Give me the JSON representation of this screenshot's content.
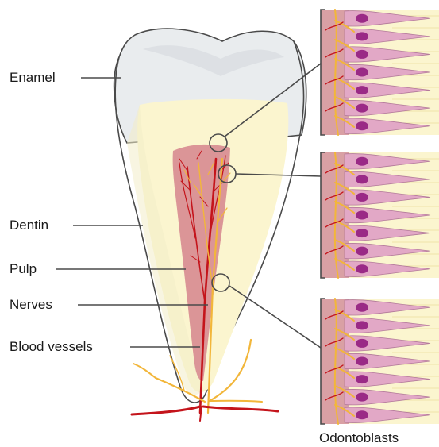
{
  "labels": {
    "enamel": "Enamel",
    "dentin": "Dentin",
    "pulp": "Pulp",
    "nerves": "Nerves",
    "blood_vessels": "Blood vessels",
    "odontoblasts": "Odontoblasts"
  },
  "colors": {
    "enamel": "#e9ecee",
    "dentin": "#fbf5cf",
    "pulp": "#d98f93",
    "nerve": "#f2b63a",
    "blood_vessel": "#c4141b",
    "odontoblast_cell": "#e2a8c6",
    "odontoblast_nucleus": "#9a2a86",
    "outline": "#4a4a4a"
  },
  "odontoblast_panels": 3
}
